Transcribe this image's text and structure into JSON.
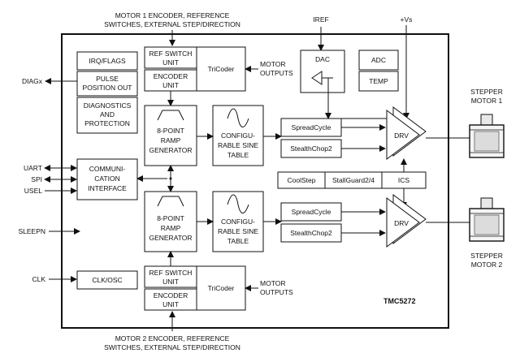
{
  "top_note": [
    "MOTOR 1 ENCODER, REFERENCE",
    "SWITCHES, EXTERNAL STEP/DIRECTION"
  ],
  "bottom_note": [
    "MOTOR 2 ENCODER, REFERENCE",
    "SWITCHES, EXTERNAL STEP/DIRECTION"
  ],
  "iref": "IREF",
  "vs": "+Vs",
  "chip_name": "TMC5272",
  "blocks": {
    "irq_flags": [
      "IRQ/FLAGS"
    ],
    "pulse_out": [
      "PULSE",
      "POSITION OUT"
    ],
    "diagnostics": [
      "DIAGNOSTICS",
      "AND",
      "PROTECTION"
    ],
    "comm": [
      "COMMUNI-",
      "CATION",
      "INTERFACE"
    ],
    "clk_osc": [
      "CLK/OSC"
    ],
    "ref_switch_1": [
      "REF SWITCH",
      "UNIT"
    ],
    "encoder_1": [
      "ENCODER",
      "UNIT"
    ],
    "tricoder_1": [
      "TriCoder"
    ],
    "ramp_1": [
      "8-POINT",
      "RAMP",
      "GENERATOR"
    ],
    "sine_1": [
      "CONFIGU-",
      "RABLE SINE",
      "TABLE"
    ],
    "ramp_2": [
      "8-POINT",
      "RAMP",
      "GENERATOR"
    ],
    "sine_2": [
      "CONFIGU-",
      "RABLE SINE",
      "TABLE"
    ],
    "ref_switch_2": [
      "REF SWITCH",
      "UNIT"
    ],
    "encoder_2": [
      "ENCODER",
      "UNIT"
    ],
    "tricoder_2": [
      "TriCoder"
    ],
    "dac": [
      "DAC"
    ],
    "adc": [
      "ADC"
    ],
    "temp": [
      "TEMP"
    ],
    "spreadcycle_1": [
      "SpreadCycle"
    ],
    "stealthchop_1": [
      "StealthChop2"
    ],
    "spreadcycle_2": [
      "SpreadCycle"
    ],
    "stealthchop_2": [
      "StealthChop2"
    ],
    "coolstep": [
      "CoolStep"
    ],
    "stallguard": [
      "StallGuard2/4"
    ],
    "ics": [
      "ICS"
    ],
    "drv_1": [
      "DRV"
    ],
    "drv_2": [
      "DRV"
    ]
  },
  "motor_outputs_1": [
    "MOTOR",
    "OUTPUTS"
  ],
  "motor_outputs_2": [
    "MOTOR",
    "OUTPUTS"
  ],
  "pins": {
    "diag": "DIAGx",
    "uart": "UART",
    "spi": "SPI",
    "usel": "USEL",
    "sleepn": "SLEEPN",
    "clk": "CLK"
  },
  "motor_1_label": [
    "STEPPER",
    "MOTOR 1"
  ],
  "motor_2_label": [
    "STEPPER",
    "MOTOR 2"
  ]
}
